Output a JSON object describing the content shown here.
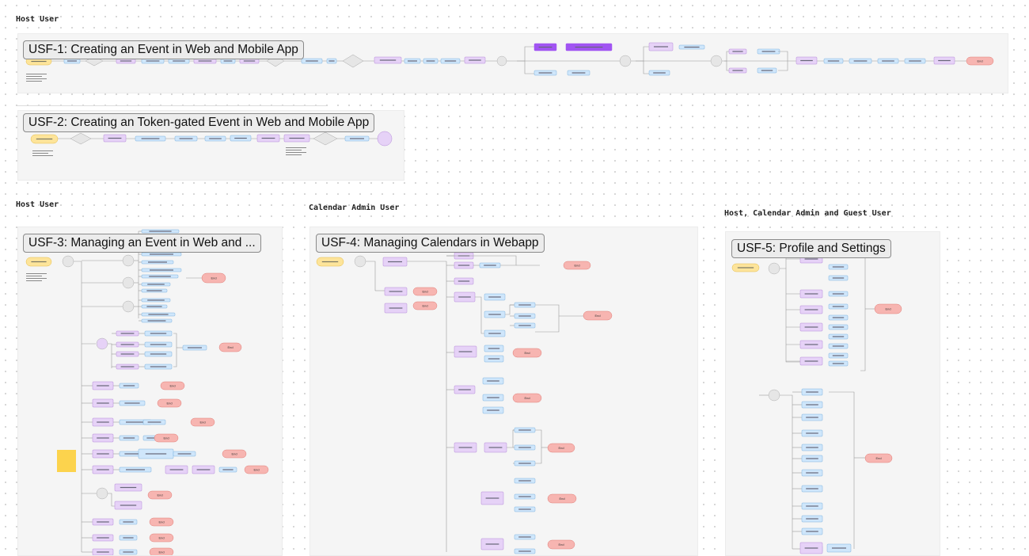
{
  "labels": {
    "host_user_1": "Host User",
    "host_user_2": "Host User",
    "calendar_admin": "Calendar Admin User",
    "all_users": "Host, Calendar Admin and Guest User"
  },
  "frames": [
    {
      "title": "USF-1: Creating an Event in Web and Mobile App"
    },
    {
      "title": "USF-2: Creating an Token-gated Event in Web and Mobile App"
    },
    {
      "title": "USF-3: Managing an Event in Web and ..."
    },
    {
      "title": "USF-4: Managing Calendars in Webapp"
    },
    {
      "title": "USF-5: Profile and Settings"
    }
  ],
  "end_label": "End",
  "colors": {
    "process": "#cfe6fb",
    "process_stroke": "#7fb3de",
    "subprocess": "#e6d2f7",
    "subprocess_stroke": "#b48ad8",
    "highlight": "#a154f2",
    "end": "#f7b5b1",
    "end_stroke": "#e07f79",
    "start": "#fde49a",
    "start_stroke": "#e5bd4a",
    "decision": "#e6e6e6",
    "line": "#9a9a9a",
    "sticky": "#fcd34d"
  }
}
